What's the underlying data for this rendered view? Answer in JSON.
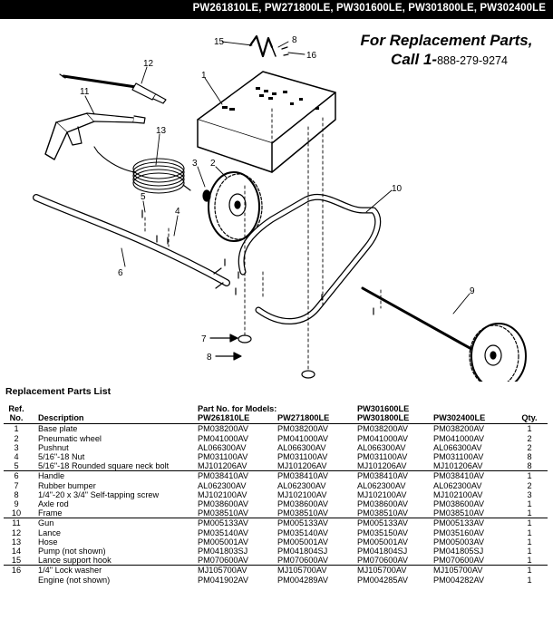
{
  "header": {
    "models": "PW261810LE, PW271800LE, PW301600LE, PW301800LE, PW302400LE"
  },
  "callout": {
    "line1": "For Replacement Parts,",
    "line2": "Call 1-",
    "phone": "888-279-9274"
  },
  "diagram": {
    "callouts": [
      "1",
      "2",
      "3",
      "4",
      "5",
      "6",
      "7",
      "8",
      "10",
      "11",
      "12",
      "13",
      "15",
      "16",
      "8",
      "9"
    ]
  },
  "parts_list": {
    "title": "Replacement Parts List",
    "header": {
      "ref_line1": "Ref.",
      "ref_line2": "No.",
      "description": "Description",
      "models_caption": "Part No. for Models:",
      "col_p1": "PW261810LE",
      "col_p2": "PW271800LE",
      "col_p3_line1": "PW301600LE",
      "col_p3_line2": "PW301800LE",
      "col_p4": "PW302400LE",
      "qty": "Qty."
    },
    "rows": [
      {
        "ref": "1",
        "desc": "Base plate",
        "p1": "PM038200AV",
        "p2": "PM038200AV",
        "p3": "PM038200AV",
        "p4": "PM038200AV",
        "qty": "1",
        "group_start": false
      },
      {
        "ref": "2",
        "desc": "Pneumatic wheel",
        "p1": "PM041000AV",
        "p2": "PM041000AV",
        "p3": "PM041000AV",
        "p4": "PM041000AV",
        "qty": "2",
        "group_start": false
      },
      {
        "ref": "3",
        "desc": "Pushnut",
        "p1": "AL066300AV",
        "p2": "AL066300AV",
        "p3": "AL066300AV",
        "p4": "AL066300AV",
        "qty": "2",
        "group_start": false
      },
      {
        "ref": "4",
        "desc": "5/16\"-18 Nut",
        "p1": "PM031100AV",
        "p2": "PM031100AV",
        "p3": "PM031100AV",
        "p4": "PM031100AV",
        "qty": "8",
        "group_start": false
      },
      {
        "ref": "5",
        "desc": "5/16\"-18 Rounded square neck bolt",
        "p1": "MJ101206AV",
        "p2": "MJ101206AV",
        "p3": "MJ101206AV",
        "p4": "MJ101206AV",
        "qty": "8",
        "group_start": false
      },
      {
        "ref": "6",
        "desc": "Handle",
        "p1": "PM038410AV",
        "p2": "PM038410AV",
        "p3": "PM038410AV",
        "p4": "PM038410AV",
        "qty": "1",
        "group_start": true
      },
      {
        "ref": "7",
        "desc": "Rubber bumper",
        "p1": "AL062300AV",
        "p2": "AL062300AV",
        "p3": "AL062300AV",
        "p4": "AL062300AV",
        "qty": "2",
        "group_start": false
      },
      {
        "ref": "8",
        "desc": "1/4\"-20 x 3/4\" Self-tapping screw",
        "p1": "MJ102100AV",
        "p2": "MJ102100AV",
        "p3": "MJ102100AV",
        "p4": "MJ102100AV",
        "qty": "3",
        "group_start": false
      },
      {
        "ref": "9",
        "desc": "Axle rod",
        "p1": "PM038600AV",
        "p2": "PM038600AV",
        "p3": "PM038600AV",
        "p4": "PM038600AV",
        "qty": "1",
        "group_start": false
      },
      {
        "ref": "10",
        "desc": "Frame",
        "p1": "PM038510AV",
        "p2": "PM038510AV",
        "p3": "PM038510AV",
        "p4": "PM038510AV",
        "qty": "1",
        "group_start": false
      },
      {
        "ref": "11",
        "desc": "Gun",
        "p1": "PM005133AV",
        "p2": "PM005133AV",
        "p3": "PM005133AV",
        "p4": "PM005133AV",
        "qty": "1",
        "group_start": true
      },
      {
        "ref": "12",
        "desc": "Lance",
        "p1": "PM035140AV",
        "p2": "PM035140AV",
        "p3": "PM035150AV",
        "p4": "PM035160AV",
        "qty": "1",
        "group_start": false
      },
      {
        "ref": "13",
        "desc": "Hose",
        "p1": "PM005001AV",
        "p2": "PM005001AV",
        "p3": "PM005001AV",
        "p4": "PM005003AV",
        "qty": "1",
        "group_start": false
      },
      {
        "ref": "14",
        "desc": "Pump (not shown)",
        "p1": "PM041803SJ",
        "p2": "PM041804SJ",
        "p3": "PM041804SJ",
        "p4": "PM041805SJ",
        "qty": "1",
        "group_start": false
      },
      {
        "ref": "15",
        "desc": "Lance support hook",
        "p1": "PM070600AV",
        "p2": "PM070600AV",
        "p3": "PM070600AV",
        "p4": "PM070600AV",
        "qty": "1",
        "group_start": false
      },
      {
        "ref": "16",
        "desc": "1/4\" Lock washer",
        "p1": "MJ105700AV",
        "p2": "MJ105700AV",
        "p3": "MJ105700AV",
        "p4": "MJ105700AV",
        "qty": "1",
        "group_start": true
      },
      {
        "ref": "",
        "desc": "Engine (not shown)",
        "p1": "PM041902AV",
        "p2": "PM004289AV",
        "p3": "PM004285AV",
        "p4": "PM004282AV",
        "qty": "1",
        "group_start": false
      }
    ]
  }
}
